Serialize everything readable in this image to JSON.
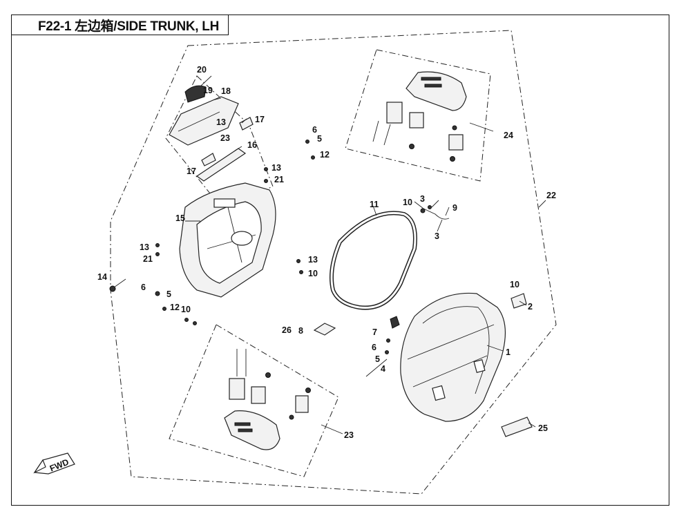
{
  "title": "F22-1 左边箱/SIDE TRUNK, LH",
  "orientation_badge": "FWD",
  "callouts": [
    "1",
    "2",
    "3",
    "4",
    "5",
    "6",
    "7",
    "8",
    "9",
    "10",
    "11",
    "12",
    "13",
    "14",
    "15",
    "16",
    "17",
    "18",
    "19",
    "20",
    "21",
    "22",
    "23",
    "24",
    "25",
    "26"
  ]
}
